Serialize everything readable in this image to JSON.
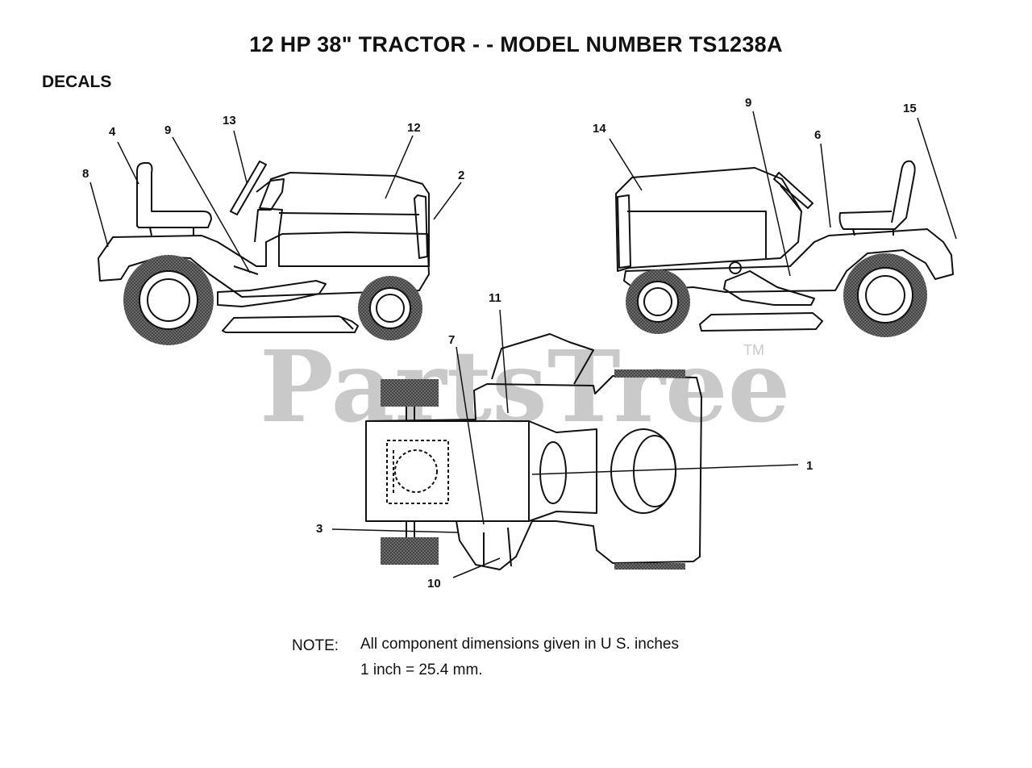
{
  "title": "12 HP 38\" TRACTOR - - MODEL NUMBER TS1238A",
  "section": "DECALS",
  "watermark": {
    "text": "PartsTree",
    "trademark": "TM"
  },
  "callouts": {
    "left_view": [
      "8",
      "4",
      "9",
      "13",
      "12",
      "2"
    ],
    "right_view": [
      "14",
      "9",
      "6",
      "15"
    ],
    "top_view": [
      "11",
      "7",
      "1",
      "3",
      "10"
    ]
  },
  "note": {
    "label": "NOTE:",
    "line1": "All component dimensions given in U S. inches",
    "line2": "1 inch = 25.4 mm."
  }
}
